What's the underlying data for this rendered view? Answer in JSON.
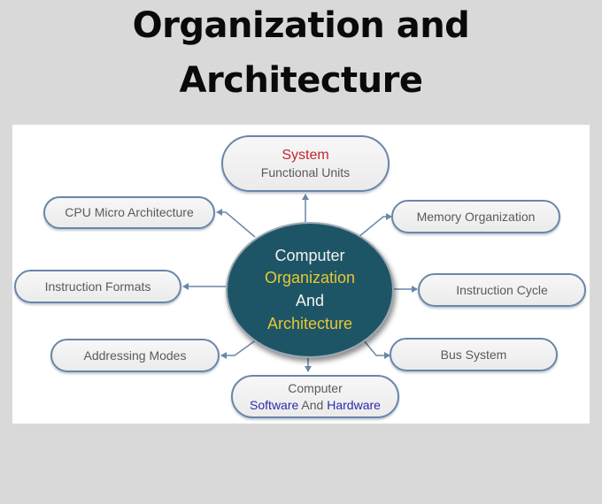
{
  "title": {
    "line1": "Organization and",
    "line2": "Architecture"
  },
  "diagram": {
    "center": {
      "line1": "Computer",
      "line2": "Organization",
      "line3": "And",
      "line4": "Architecture",
      "fill_color": "#1e5566",
      "highlight_color": "#e6c832"
    },
    "nodes": {
      "system": {
        "line1": "System",
        "line2": "Functional Units",
        "accent_color": "#c0282d"
      },
      "cpu_micro": {
        "label": "CPU Micro Architecture"
      },
      "memory_org": {
        "label": "Memory Organization"
      },
      "instruction_formats": {
        "label": "Instruction Formats"
      },
      "instruction_cycle": {
        "label": "Instruction Cycle"
      },
      "addressing_modes": {
        "label": "Addressing Modes"
      },
      "bus_system": {
        "label": "Bus System"
      },
      "sw_hw": {
        "line1": "Computer",
        "software": "Software",
        "and": "And",
        "hardware": "Hardware",
        "accent_color": "#2b2bb0"
      }
    },
    "connector_color": "#6a86a8"
  }
}
